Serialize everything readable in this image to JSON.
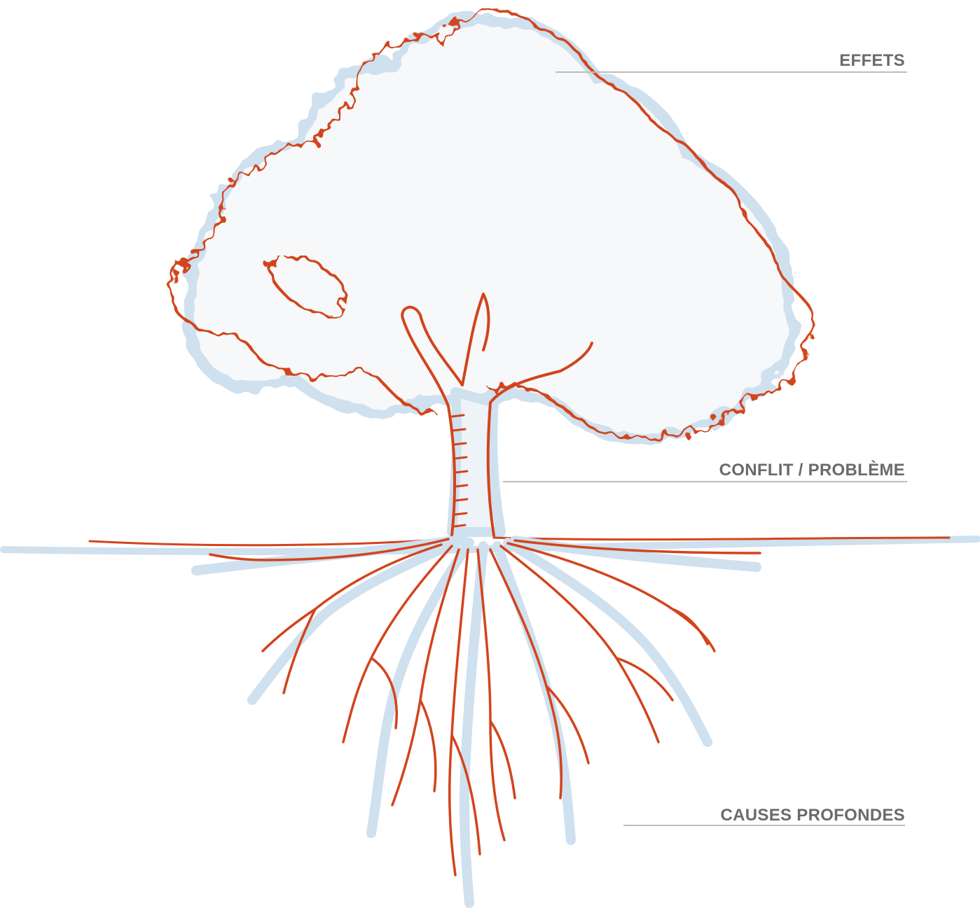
{
  "labels": {
    "effects": "EFFETS",
    "conflict": "CONFLIT / PROBLÈME",
    "root_causes": "CAUSES PROFONDES"
  },
  "colors": {
    "outline": "#d2441c",
    "shadow": "#cfe0ee",
    "label_text": "#6b6b6b",
    "rule": "#bdbdbd"
  }
}
